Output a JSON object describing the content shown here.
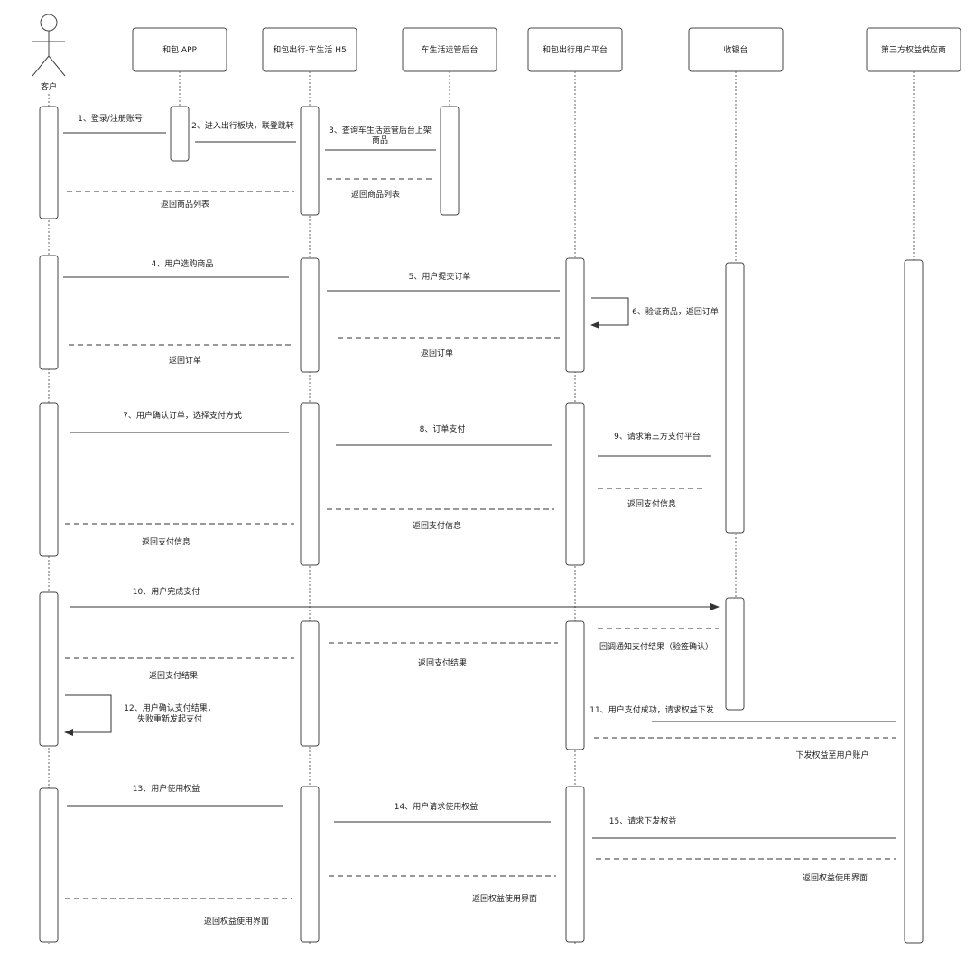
{
  "actor": {
    "name": "客户"
  },
  "participants": [
    {
      "id": "app",
      "name": "和包 APP"
    },
    {
      "id": "h5",
      "name": "和包出行-车生活 H5"
    },
    {
      "id": "admin",
      "name": "车生活运管后台"
    },
    {
      "id": "plat",
      "name": "和包出行用户平台"
    },
    {
      "id": "cash",
      "name": "收银台"
    },
    {
      "id": "third",
      "name": "第三方权益供应商"
    }
  ],
  "messages": [
    {
      "id": "m1",
      "text": "1、登录/注册账号"
    },
    {
      "id": "m2",
      "text": "2、进入出行板块，联登跳转"
    },
    {
      "id": "m3a",
      "text": "3、查询车生活运管后台上架"
    },
    {
      "id": "m3b",
      "text": "商品"
    },
    {
      "id": "r1",
      "text": "返回商品列表"
    },
    {
      "id": "r2",
      "text": "返回商品列表"
    },
    {
      "id": "m4",
      "text": "4、用户选购商品"
    },
    {
      "id": "m5",
      "text": "5、用户提交订单"
    },
    {
      "id": "m6",
      "text": "6、验证商品，返回订单"
    },
    {
      "id": "r3",
      "text": "返回订单"
    },
    {
      "id": "r4",
      "text": "返回订单"
    },
    {
      "id": "m7",
      "text": "7、用户确认订单，选择支付方式"
    },
    {
      "id": "m8",
      "text": "8、订单支付"
    },
    {
      "id": "m9",
      "text": "9、请求第三方支付平台"
    },
    {
      "id": "r5",
      "text": "返回支付信息"
    },
    {
      "id": "r6",
      "text": "返回支付信息"
    },
    {
      "id": "r7",
      "text": "返回支付信息"
    },
    {
      "id": "m10",
      "text": "10、用户完成支付"
    },
    {
      "id": "r8",
      "text": "回调通知支付结果（验签确认）"
    },
    {
      "id": "r9",
      "text": "返回支付结果"
    },
    {
      "id": "r10",
      "text": "返回支付结果"
    },
    {
      "id": "m11",
      "text": "11、用户支付成功，请求权益下发"
    },
    {
      "id": "m12a",
      "text": "12、用户确认支付结果，"
    },
    {
      "id": "m12b",
      "text": "失败重新发起支付"
    },
    {
      "id": "r11",
      "text": "下发权益至用户账户"
    },
    {
      "id": "m13",
      "text": "13、用户使用权益"
    },
    {
      "id": "m14",
      "text": "14、用户请求使用权益"
    },
    {
      "id": "m15",
      "text": "15、请求下发权益"
    },
    {
      "id": "r12",
      "text": "返回权益使用界面"
    },
    {
      "id": "r13",
      "text": "返回权益使用界面"
    },
    {
      "id": "r14",
      "text": "返回权益使用界面"
    }
  ]
}
